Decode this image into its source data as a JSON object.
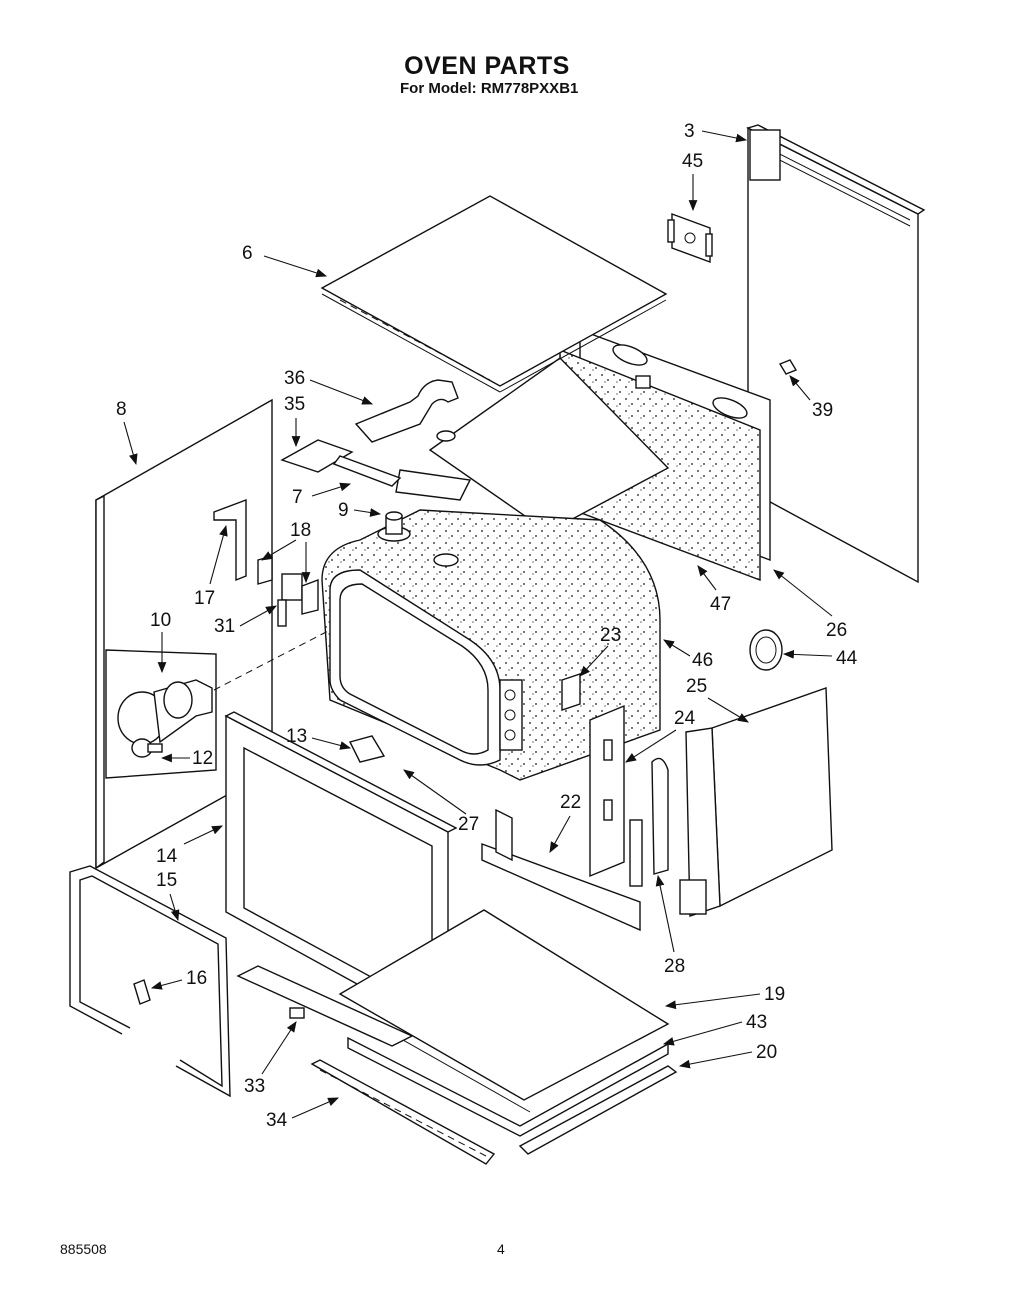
{
  "title": "OVEN PARTS",
  "subtitle": "For Model: RM778PXXB1",
  "footer": {
    "doc_number": "885508",
    "page_number": "4"
  },
  "callouts": [
    "3",
    "45",
    "6",
    "36",
    "35",
    "8",
    "7",
    "9",
    "18",
    "17",
    "31",
    "10",
    "39",
    "47",
    "26",
    "23",
    "46",
    "44",
    "25",
    "24",
    "13",
    "12",
    "27",
    "22",
    "14",
    "15",
    "16",
    "28",
    "19",
    "43",
    "20",
    "33",
    "34"
  ]
}
